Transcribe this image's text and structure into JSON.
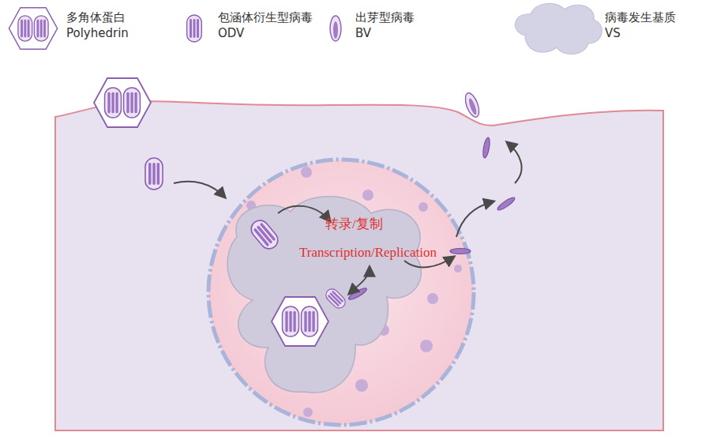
{
  "diagram": {
    "labels": [
      "转录/复制",
      "Transcription/Replication"
    ],
    "legend": [
      {
        "text": "多角体蛋白 Polyhedrin"
      },
      {
        "text": "包涵体衍生型病毒 ODV"
      },
      {
        "text": "出芽型病毒 BV"
      },
      {
        "text": "病毒发生基质 VS"
      }
    ]
  }
}
